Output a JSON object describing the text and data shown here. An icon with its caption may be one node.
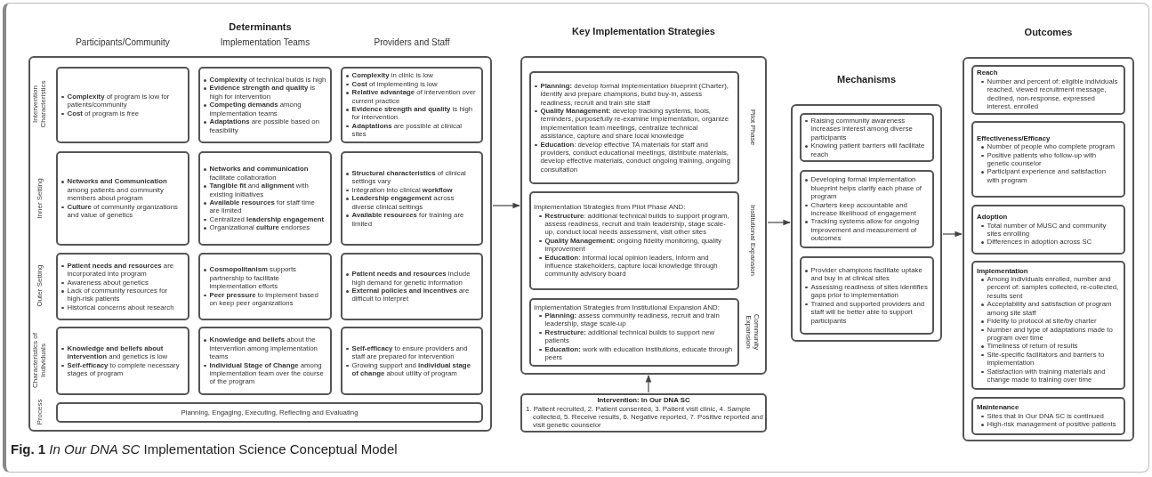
{
  "diagram": {
    "caption": "**Fig. 1** *In Our DNA SC* Implementation Science Conceptual Model",
    "nodes": [
      {
        "text": [
          "Determinants"
        ]
      },
      {
        "text": [
          "**Complexity** of program is low for patients/community",
          "**Cost** of program is free"
        ],
        "in": 0
      },
      {
        "text": [
          "**Complexity** of technical builds is high",
          "**Evidence strength and quality** is high for intervention",
          "**Competing demands** among implementation teams",
          "**Adaptations** are possible based on feasibility"
        ],
        "in": 0
      },
      {
        "text": [
          "**Complexity** in clinic is low",
          "**Cost** of implementing is low",
          "**Relative advantage** of intervention over current practice",
          "**Evidence strength and quality** is high for intervention",
          "**Adaptations** are possible at clinical sites"
        ],
        "in": 0
      },
      {
        "text": [
          "**Networks and Communication** among patients and community members about program",
          "**Culture** of community organizations and value of genetics"
        ],
        "in": 0
      },
      {
        "text": [
          "**Networks and communication** facilitate collaboration",
          "**Tangible fit** and **alignment** with existing initiatives",
          "**Available resources** for staff time are limited",
          "Centralized **leadership engagement**",
          "Organizational **culture** endorses"
        ],
        "in": 0
      },
      {
        "text": [
          "**Structural characteristics** of clinical settings vary",
          "Integration into clinical **workflow**",
          "**Leadership engagement** across diverse clinical settings",
          "**Available resources** for training are limited"
        ],
        "in": 0
      },
      {
        "text": [
          "**Patient needs and resources** are incorporated into program",
          "Awareness about genetics",
          "Lack of community resources for high-risk patients",
          "Historical concerns about research"
        ],
        "in": 0
      },
      {
        "text": [
          "**Cosmopolitanism** supports partnership to facilitate implementation efforts",
          "**Peer pressure** to implement based on keep peer organizations"
        ],
        "in": 0
      },
      {
        "text": [
          "**Patient needs and resources** include high demand for genetic information",
          "**External policies and incentives** are difficult to interpret"
        ],
        "in": 0
      },
      {
        "text": [
          "**Knowledge and beliefs about intervention** and genetics is low",
          "**Self-efficacy** to complete necessary stages of program"
        ],
        "in": 0
      },
      {
        "text": [
          "**Knowledge and beliefs** about the intervention among implementation teams",
          "**Individual Stage of Change** among implementation team over the course of the program"
        ],
        "in": 0
      },
      {
        "text": [
          "**Self-efficacy** to ensure providers and staff are prepared for intervention",
          "Growing support and **individual stage of change** about utility of program"
        ],
        "in": 0
      },
      {
        "text": [
          "Planning, Engaging, Executing, Reflecting and Evaluating"
        ],
        "in": 0
      },
      {
        "text": [
          "Key Implementation Strategies"
        ]
      },
      {
        "text": [
          "**Planning:** develop formal implementation blueprint (Charter), identify and prepare champions, build buy-in, assess readiness, recruit and train site staff",
          "**Quality Management:** develop tracking systems, tools, reminders, purposefully re-examine implementation, organize implementation team meetings, centralize technical assistance, capture and share local knowledge",
          "**Education**: develop effective TA materials for staff and providers, conduct educational meetings, distribute materials, develop effective materials, conduct ongoing training, ongoing consultation"
        ],
        "in": 14,
        "beside": [
          "Pilot Phase"
        ]
      },
      {
        "text": [
          "Implementation Strategies from Pilot Phase AND:",
          "**Restructure**: additional technical builds to support program, assess readiness, recruit and train leadership, stage scale-up, conduct local needs assessment, visit other sites",
          "**Quality Management:** ongoing fidelity monitoring, quality improvement",
          "**Education**: informal local opinion leaders, inform and influence stakeholders, capture local knowledge through community advisory board"
        ],
        "in": 14,
        "beside": [
          "Institutional Expansion"
        ]
      },
      {
        "text": [
          "Implementation Strategies from Institutional Expansion AND:",
          "**Planning:** assess community readiness, recruit and train leadership, stage scale-up",
          "**Restructure:** additional technical builds to support new patients",
          "**Education:** work with education institutions, educate through peers"
        ],
        "in": 14,
        "beside": [
          "Community Expansion"
        ]
      },
      {
        "text": [
          "Intervention: In Our DNA SC",
          "1. Patient recruited, 2. Patient consented, 3. Patient visit clinic, 4. Sample collected, 5. Receive results, 6. Negative reported, 7. Positive reported and visit genetic counselor"
        ]
      },
      {
        "text": [
          "Mechanisms"
        ]
      },
      {
        "text": [
          "Raising community awareness increases interest among diverse participants",
          "Knowing patient barriers will facilitate reach"
        ],
        "in": 19
      },
      {
        "text": [
          "Developing formal implementation blueprint helps clarify each phase of program",
          "Charters keep accountable and increase likelihood of engagement",
          "Tracking systems allow for ongoing improvement and measurement of outcomes"
        ],
        "in": 19
      },
      {
        "text": [
          "Provider champions facilitate uptake and buy in at clinical sites",
          "Assessing readiness of sites identifies gaps prior to implementation",
          "Trained and supported providers and staff will be better able to support participants"
        ],
        "in": 19
      },
      {
        "text": [
          "Outcomes"
        ]
      },
      {
        "text": [
          "Reach",
          "Number and percent of: eligible individuals reached, viewed recruitment message, declined, non-response, expressed interest, enrolled"
        ],
        "in": 23
      },
      {
        "text": [
          "Effectiveness/Efficacy",
          "Number of people who complete program",
          "Positive patients who follow-up with genetic counselor",
          "Participant experience and satisfaction with program"
        ],
        "in": 23
      },
      {
        "text": [
          "Adoption",
          "Total number of MUSC and community sites enrolling",
          "Differences in adoption across SC"
        ],
        "in": 23
      },
      {
        "text": [
          "Implementation",
          "Among individuals enrolled, number and percent of: samples collected, re-collected, results sent",
          "Acceptability and satisfaction of program among site staff",
          "Fidelity to protocol at site/by charter",
          "Number and type of adaptations made to program over time",
          "Timeliness of return of results",
          "Site-specific facilitators and barriers to implementation",
          "Satisfaction with training materials and change made to training over time"
        ],
        "in": 23
      },
      {
        "text": [
          "Maintenance",
          "Sites that In Our DNA SC is continued",
          "High-risk management of positive patients"
        ],
        "in": 23
      }
    ],
    "edges": [
      {
        "from": 0,
        "to": 14,
        "arrow": "to"
      },
      {
        "from": 18,
        "to": 14,
        "arrow": "to"
      },
      {
        "from": 14,
        "to": 19,
        "arrow": "to"
      },
      {
        "from": 19,
        "to": 23,
        "arrow": "to"
      }
    ],
    "labels": [
      "Participants/Community",
      "Implementation Teams",
      "Providers and Staff",
      "Intervention Characteristics",
      "Inner Setting",
      "Outer Setting",
      "Characteristics of Individuals",
      "Process"
    ]
  }
}
